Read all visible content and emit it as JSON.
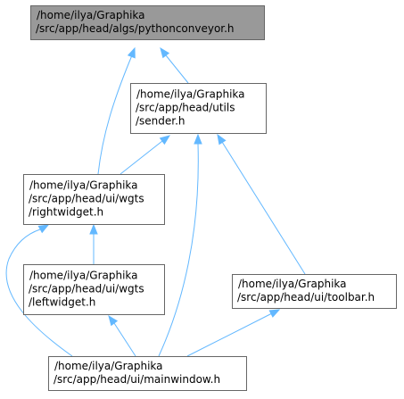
{
  "diagram": {
    "colors": {
      "edge": "#63b8ff",
      "node_border": "#666666",
      "node_fill": "#ffffff",
      "highlight_fill": "#999999",
      "text": "#000000"
    },
    "nodes": [
      {
        "id": "pythonconveyor",
        "lines": [
          "/home/ilya/Graphika",
          "/src/app/head/algs/pythonconveyor.h"
        ],
        "highlighted": true
      },
      {
        "id": "sender",
        "lines": [
          "/home/ilya/Graphika",
          "/src/app/head/utils",
          "/sender.h"
        ],
        "highlighted": false
      },
      {
        "id": "rightwidget",
        "lines": [
          "/home/ilya/Graphika",
          "/src/app/head/ui/wgts",
          "/rightwidget.h"
        ],
        "highlighted": false
      },
      {
        "id": "leftwidget",
        "lines": [
          "/home/ilya/Graphika",
          "/src/app/head/ui/wgts",
          "/leftwidget.h"
        ],
        "highlighted": false
      },
      {
        "id": "toolbar",
        "lines": [
          "/home/ilya/Graphika",
          "/src/app/head/ui/toolbar.h"
        ],
        "highlighted": false
      },
      {
        "id": "mainwindow",
        "lines": [
          "/home/ilya/Graphika",
          "/src/app/head/ui/mainwindow.h"
        ],
        "highlighted": false
      }
    ],
    "edges": [
      {
        "from": "sender",
        "to": "pythonconveyor"
      },
      {
        "from": "rightwidget",
        "to": "pythonconveyor"
      },
      {
        "from": "rightwidget",
        "to": "sender"
      },
      {
        "from": "mainwindow",
        "to": "sender"
      },
      {
        "from": "toolbar",
        "to": "sender"
      },
      {
        "from": "leftwidget",
        "to": "rightwidget"
      },
      {
        "from": "mainwindow",
        "to": "rightwidget"
      },
      {
        "from": "mainwindow",
        "to": "leftwidget"
      },
      {
        "from": "mainwindow",
        "to": "toolbar"
      }
    ]
  }
}
